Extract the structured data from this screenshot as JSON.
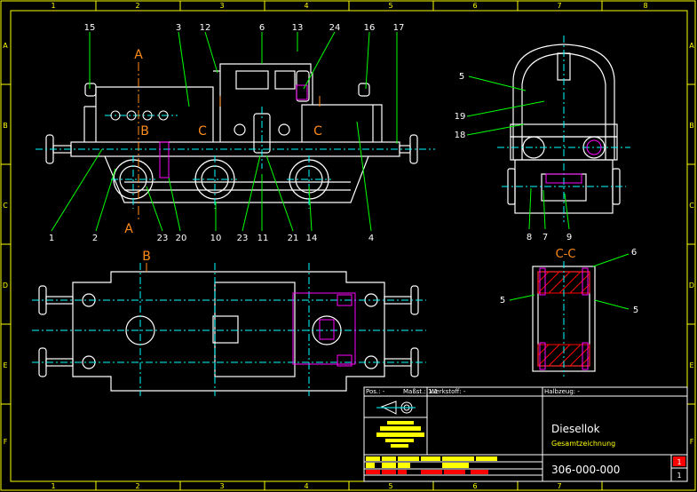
{
  "colors": {
    "background": "#000000",
    "outline": "#ffffff",
    "frame": "#ffff00",
    "leader": "#00ff00",
    "centerline": "#00ffff",
    "hidden": "#ff00ff",
    "section": "#ff0000",
    "label": "#ff8c1a"
  },
  "frame": {
    "top_numbers": [
      "1",
      "2",
      "3",
      "4",
      "5",
      "6",
      "7",
      "8"
    ],
    "side_letters": [
      "A",
      "B",
      "C",
      "D",
      "E",
      "F"
    ]
  },
  "side_view": {
    "part_numbers_top": [
      "15",
      "3",
      "12",
      "6",
      "13",
      "24",
      "16",
      "17"
    ],
    "part_numbers_bottom": [
      "1",
      "2",
      "23",
      "20",
      "10",
      "23",
      "11",
      "21",
      "14",
      "4"
    ],
    "section_labels": [
      "A",
      "A",
      "B",
      "C",
      "C"
    ]
  },
  "end_view": {
    "part_numbers": [
      "5",
      "19",
      "18",
      "8",
      "7",
      "9"
    ]
  },
  "section_cc": {
    "title": "C-C",
    "part_numbers": [
      "5",
      "6",
      "5"
    ]
  },
  "plan_view": {
    "section_label": "B"
  },
  "title_block": {
    "pos_label": "Pos.: -",
    "scale_label": "Maßst.: 1:1",
    "material_label": "Werkstoff: -",
    "semi_label": "Halbzeug: -",
    "title": "Diesellok",
    "subtitle": "Gesamtzeichnung",
    "drawing_number": "306-000-000",
    "sheet": "1",
    "sheet_of": "1"
  }
}
